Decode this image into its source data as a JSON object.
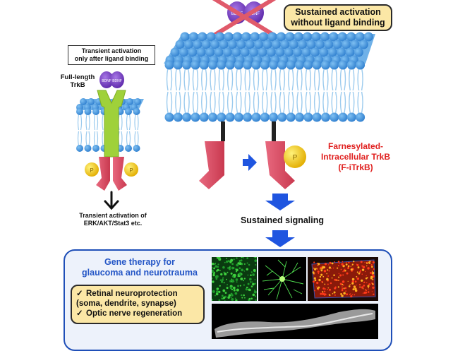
{
  "top_callout": "Sustained activation\nwithout ligand binding",
  "left_callout": "Transient activation\nonly after ligand binding",
  "full_length_label": "Full-length\nTrkB",
  "ligand_label": "BDNF",
  "phospho_label": "P",
  "transient_text": "Transient activation of\nERK/AKT/Stat3 etc.",
  "farnesylated_label": "Farnesylated-\nIntracellular TrkB\n(F-iTrkB)",
  "sustained_signaling": "Sustained signaling",
  "panel_title": "Gene therapy for\nglaucoma and neurotrauma",
  "checkmark": "✓",
  "benefits": [
    "Retinal neuroprotection\n(soma, dendrite, synapse)",
    "Optic nerve regeneration"
  ],
  "colors": {
    "membrane_head": "#3a8ed6",
    "membrane_tail": "#9ccbee",
    "receptor_green": "#9fd13a",
    "intracellular_pink": "#e0526a",
    "ligand_purple": "#7b3fc4",
    "phospho_yellow": "#f5c518",
    "label_red": "#e0201f",
    "arrow_blue": "#1f55e0",
    "panel_border": "#1f4fb8",
    "panel_title_blue": "#2456c6",
    "callout_yellow": "#fbe7a6",
    "cross_red": "#e05a6a"
  },
  "icons": [
    "cross-mark-icon",
    "down-arrow-icon",
    "right-arrow-icon",
    "checkmark-icon"
  ]
}
